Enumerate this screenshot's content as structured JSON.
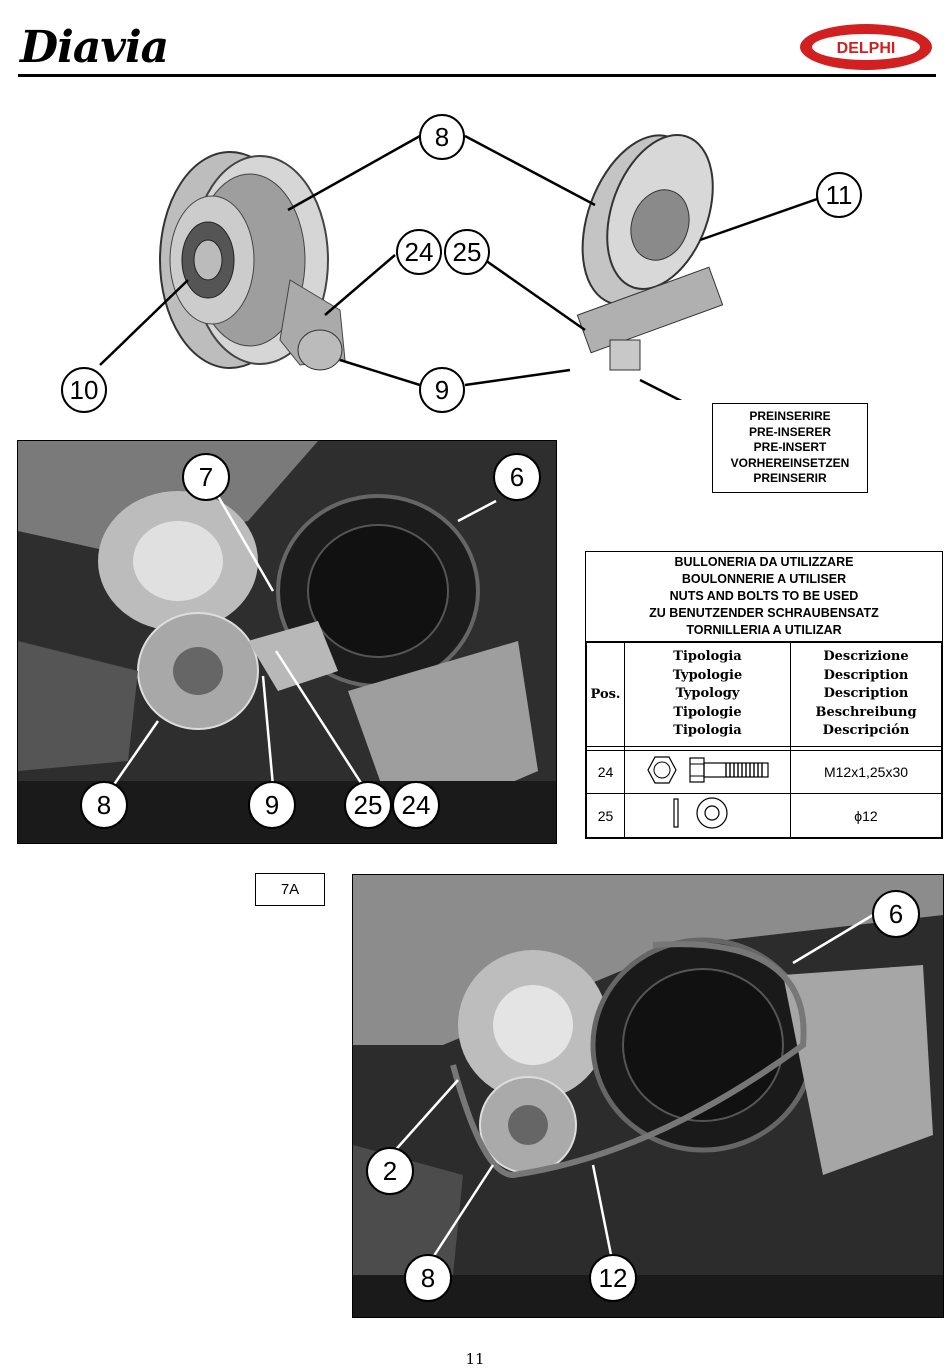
{
  "header": {
    "brand": "Diavia",
    "partner_logo_text": "DELPHI"
  },
  "exploded_view": {
    "callouts": [
      "8",
      "11",
      "24",
      "25",
      "10",
      "9"
    ]
  },
  "preinsert_box": {
    "lines": [
      "PREINSERIRE",
      "PRE-INSERER",
      "PRE-INSERT",
      "VORHEREINSETZEN",
      "PREINSERIR"
    ]
  },
  "photo_top": {
    "callouts": [
      "7",
      "6",
      "8",
      "9",
      "25",
      "24"
    ]
  },
  "bolts_table": {
    "title_lines": [
      "BULLONERIA DA UTILIZZARE",
      "BOULONNERIE A UTILISER",
      "NUTS AND BOLTS TO BE USED",
      "ZU BENUTZENDER SCHRAUBENSATZ",
      "TORNILLERIA A UTILIZAR"
    ],
    "header_pos": "Pos.",
    "header_typology": [
      "Tipologia",
      "Typologie",
      "Typology",
      "Tipologie",
      "Tipologia"
    ],
    "header_description": [
      "Descrizione",
      "Description",
      "Description",
      "Beschreibung",
      "Descripción"
    ],
    "rows": [
      {
        "pos": "24",
        "icon": "bolt-and-nut-icon",
        "description": "M12x1,25x30"
      },
      {
        "pos": "25",
        "icon": "washer-icon",
        "description": "ϕ12"
      }
    ]
  },
  "figure_label": "7A",
  "photo_bottom": {
    "callouts": [
      "6",
      "2",
      "8",
      "12"
    ]
  },
  "page_number": "11"
}
